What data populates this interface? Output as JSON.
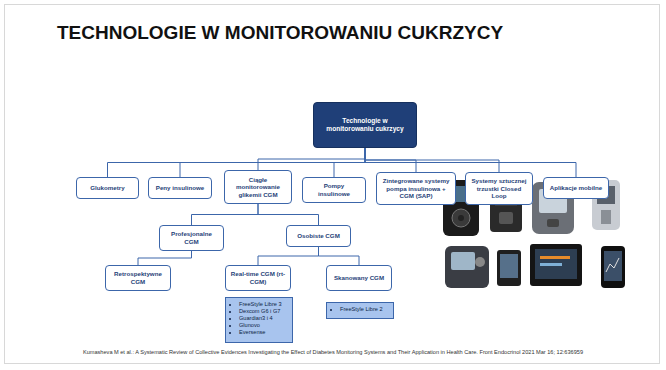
{
  "diagram": {
    "title": "TECHNOLOGIE W MONITOROWANIU CUKRZYCY",
    "caption": "Kumasheva M et al.: A Systematic Review of Collective Evidences Investigating the Effect of Diabetes Monitoring Systems and Their Application in Health Care. Front Endocrinol 2021 Mar 16; 12:636959",
    "nodes": [
      {
        "text": [
          "Technologie w monitorowaniu cukrzycy"
        ]
      },
      {
        "text": [
          "Glukometry"
        ]
      },
      {
        "text": [
          "Peny insulinowe"
        ]
      },
      {
        "text": [
          "Ciągłe monitorowanie glikemii CGM"
        ]
      },
      {
        "text": [
          "Pompy insulinowe"
        ]
      },
      {
        "text": [
          "Zintegrowane systemy pompa insulinowa + CGM (SAP)"
        ]
      },
      {
        "text": [
          "Systemy sztucznej trzustki Closed Loop"
        ]
      },
      {
        "text": [
          "Aplikacje mobilne"
        ]
      },
      {
        "text": [
          "Profesjonalne CGM"
        ]
      },
      {
        "text": [
          "Osobiste CGM"
        ]
      },
      {
        "text": [
          "Retrospektywne CGM"
        ]
      },
      {
        "text": [
          "Real-time CGM (rt-CGM)"
        ]
      },
      {
        "text": [
          "Skanowany CGM"
        ]
      },
      {
        "text": [
          "FreeStyle Libre 3",
          "Dexcom G6 i G7",
          "Guardian3 i 4",
          "Glunovo",
          "Eversense"
        ]
      },
      {
        "text": [
          "FreeStyle Libre 2"
        ]
      }
    ],
    "edges": [
      {
        "from": 0,
        "to": 1,
        "arrow": "none"
      },
      {
        "from": 0,
        "to": 2,
        "arrow": "none"
      },
      {
        "from": 0,
        "to": 3,
        "arrow": "none"
      },
      {
        "from": 0,
        "to": 4,
        "arrow": "none"
      },
      {
        "from": 0,
        "to": 5,
        "arrow": "none"
      },
      {
        "from": 0,
        "to": 6,
        "arrow": "none"
      },
      {
        "from": 0,
        "to": 7,
        "arrow": "none"
      },
      {
        "from": 3,
        "to": 8,
        "arrow": "none"
      },
      {
        "from": 3,
        "to": 9,
        "arrow": "none"
      },
      {
        "from": 8,
        "to": 10,
        "arrow": "none"
      },
      {
        "from": 9,
        "to": 11,
        "arrow": "none"
      },
      {
        "from": 9,
        "to": 12,
        "arrow": "none"
      }
    ]
  }
}
